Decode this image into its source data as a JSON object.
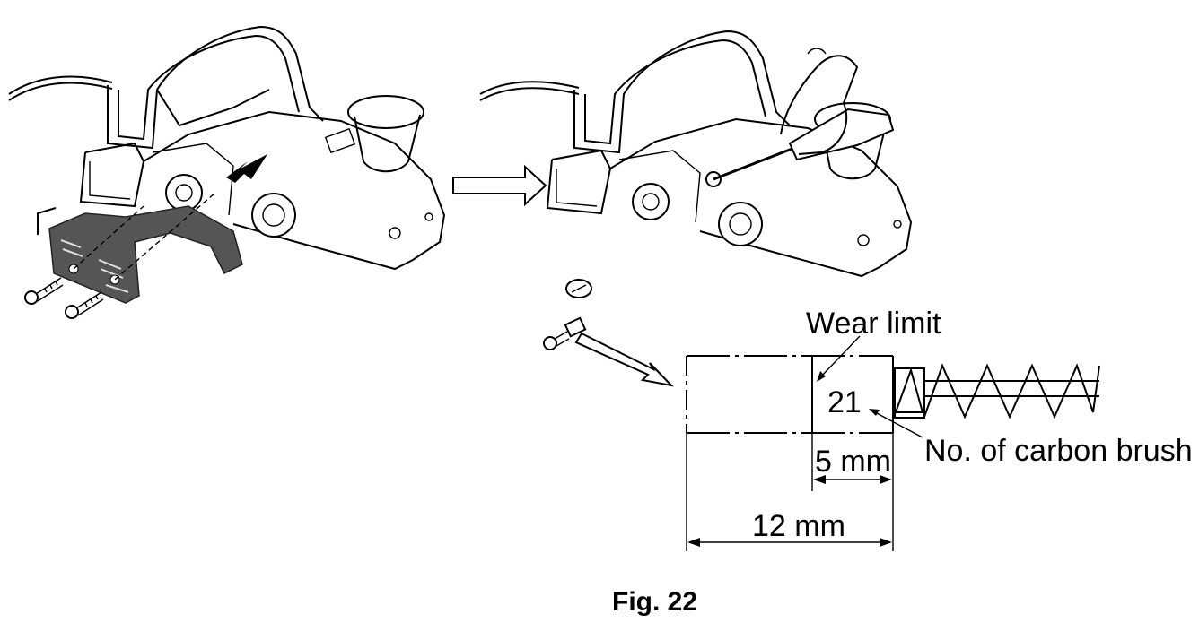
{
  "figure": {
    "caption": "Fig. 22",
    "labels": {
      "wear_limit": "Wear limit",
      "brush_number": "21",
      "brush_number_caption": "No. of carbon brush",
      "dim_small": "5 mm",
      "dim_large": "12 mm"
    },
    "panels": [
      {
        "name": "remove-brush-cap-cover"
      },
      {
        "name": "unscrew-brush-holder-cap"
      },
      {
        "name": "carbon-brush-detail"
      }
    ]
  }
}
